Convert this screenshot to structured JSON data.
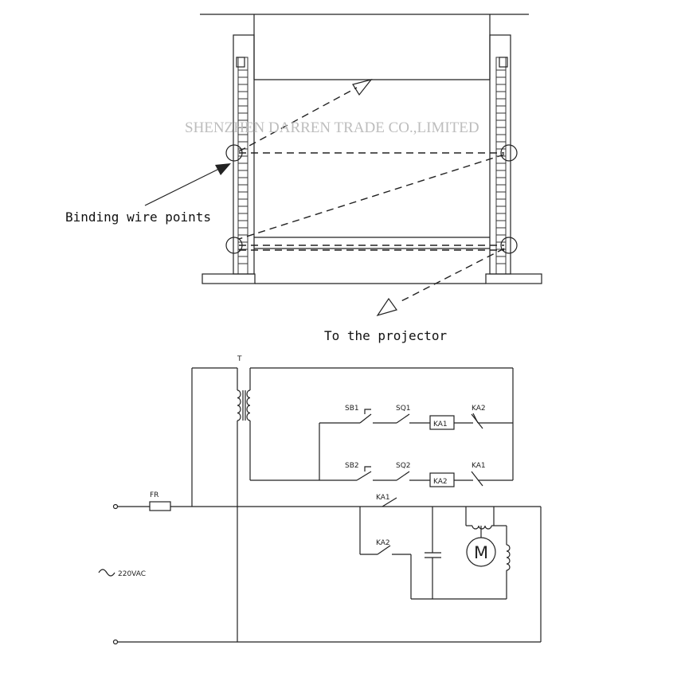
{
  "watermark": "SHENZHEN  DARREN TRADE CO.,LIMITED",
  "labels": {
    "binding": "Binding wire points",
    "projector": "To the projector"
  },
  "circuit": {
    "transformer": "T",
    "fuse": "FR",
    "supply": "220VAC",
    "sb1": "SB1",
    "sb2": "SB2",
    "sq1": "SQ1",
    "sq2": "SQ2",
    "ka1_coil": "KA1",
    "ka2_coil": "KA2",
    "ka2_contact_top": "KA2",
    "ka1_contact_mid": "KA1",
    "ka1_contact_motor": "KA1",
    "ka2_contact_motor": "KA2",
    "motor": "M"
  }
}
